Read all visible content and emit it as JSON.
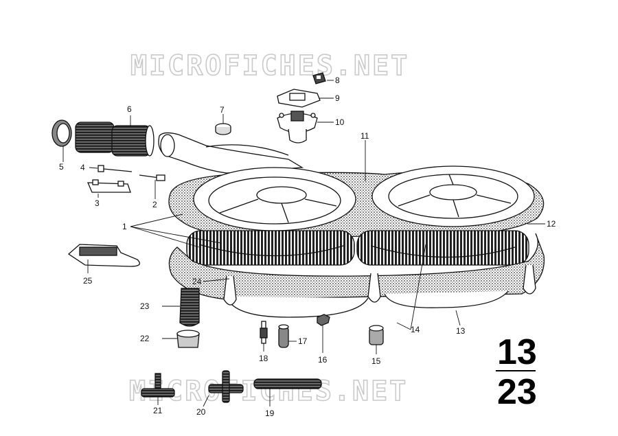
{
  "watermark": {
    "top": "MICROFICHES.NET",
    "bottom": "MICROFICHES.NET"
  },
  "group_number": {
    "main": "13",
    "sub": "23"
  },
  "callouts": [
    "1",
    "2",
    "3",
    "4",
    "5",
    "6",
    "7",
    "8",
    "9",
    "10",
    "11",
    "12",
    "13",
    "14",
    "15",
    "16",
    "17",
    "18",
    "19",
    "20",
    "21",
    "22",
    "23",
    "24",
    "25"
  ],
  "colors": {
    "ink": "#111111",
    "watermark": "#c9c9c9",
    "background": "#ffffff"
  }
}
